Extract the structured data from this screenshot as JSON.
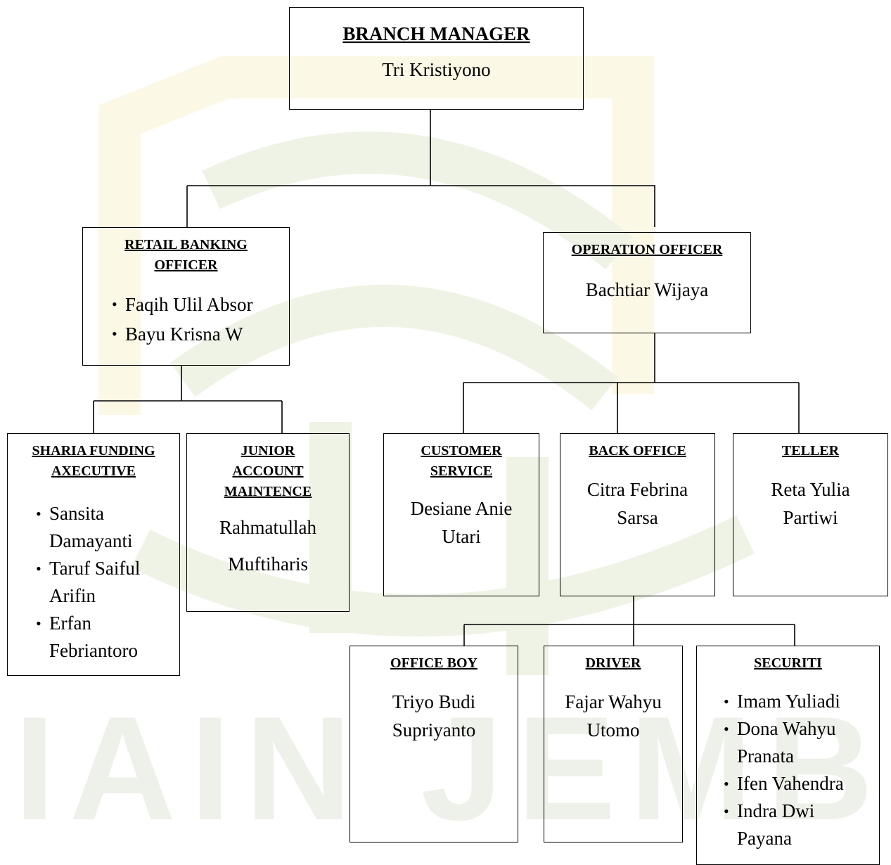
{
  "watermark": {
    "text": "IAIN JEMBER",
    "color": "#f0f3e6"
  },
  "nodes": {
    "branch_manager": {
      "title": "BRANCH MANAGER",
      "name": "Tri Kristiyono"
    },
    "retail_banking": {
      "title_line1_a": "RETAIL",
      "title_line1_b": "BANKING",
      "title_line2": "OFFICER",
      "people": [
        "Faqih Ulil Absor",
        "Bayu Krisna W"
      ]
    },
    "operation_officer": {
      "title": "OPERATION OFFICER",
      "name": "Bachtiar Wijaya"
    },
    "sharia_funding": {
      "title_line1": "SHARIA FUNDING",
      "title_line2": "AXECUTIVE",
      "people": [
        {
          "line1": "Sansita",
          "line2": "Damayanti"
        },
        {
          "line1": "Taruf Saiful",
          "line2": "Arifin"
        },
        {
          "line1": "Erfan",
          "line2": "Febriantoro"
        }
      ]
    },
    "junior_account": {
      "title_line1": "JUNIOR",
      "title_line2": "ACCOUNT",
      "title_line3": "MAINTENCE",
      "name_line1": "Rahmatullah",
      "name_line2": "Muftiharis"
    },
    "customer_service": {
      "title_line1": "CUSTOMER",
      "title_line2": "SERVICE",
      "name_line1": "Desiane Anie",
      "name_line2": "Utari"
    },
    "back_office": {
      "title": "BACK OFFICE",
      "name_line1": "Citra Febrina",
      "name_line2": "Sarsa"
    },
    "teller": {
      "title": "TELLER",
      "name_line1": "Reta Yulia",
      "name_line2": "Partiwi"
    },
    "office_boy": {
      "title_a": "OFFICE",
      "title_b": "BOY",
      "name_line1": "Triyo Budi",
      "name_line2": "Supriyanto"
    },
    "driver": {
      "title": "DRIVER",
      "name_line1": "Fajar Wahyu",
      "name_line2": "Utomo"
    },
    "securiti": {
      "title": "SECURITI",
      "people": [
        {
          "line1": "Imam Yuliadi",
          "line2": ""
        },
        {
          "line1": "Dona Wahyu",
          "line2": "Pranata"
        },
        {
          "line1": "Ifen Vahendra",
          "line2": ""
        },
        {
          "line1": "Indra Dwi",
          "line2": "Payana"
        }
      ]
    }
  }
}
